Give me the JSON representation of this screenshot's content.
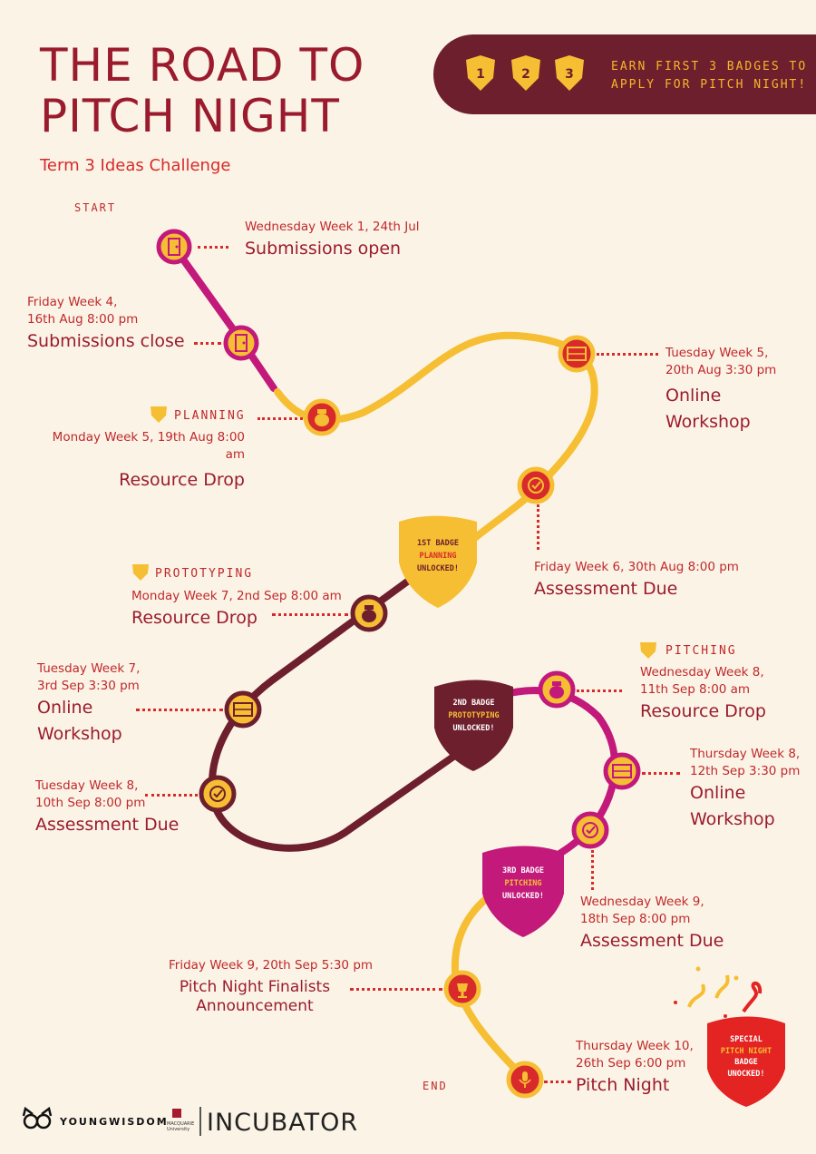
{
  "title_line1": "THE ROAD TO",
  "title_line2": "PITCH NIGHT",
  "subtitle": "Term 3 Ideas Challenge",
  "banner": {
    "badges": [
      "1",
      "2",
      "3"
    ],
    "line1": "EARN FIRST 3 BADGES TO",
    "line2": "APPLY FOR PITCH NIGHT!"
  },
  "start_label": "START",
  "end_label": "END",
  "colors": {
    "background": "#FBF4E6",
    "maroon": "#6E1F2D",
    "red": "#D82A2A",
    "yellow": "#F6BE32",
    "magenta": "#C2197B",
    "text": "#9B1B2E"
  },
  "events": [
    {
      "id": "submissions-open",
      "date": "Wednesday Week 1, 24th Jul",
      "title": "Submissions open",
      "icon": "door-icon"
    },
    {
      "id": "submissions-close",
      "date1": "Friday Week 4,",
      "date2": "16th Aug 8:00 pm",
      "title": "Submissions close",
      "icon": "door-icon"
    },
    {
      "id": "planning-resource",
      "category": "PLANNING",
      "date": "Monday Week 5, 19th Aug 8:00 am",
      "title": "Resource Drop",
      "icon": "money-bag-icon"
    },
    {
      "id": "planning-workshop",
      "date1": "Tuesday Week 5,",
      "date2": "20th Aug 3:30 pm",
      "title1": "Online",
      "title2": "Workshop",
      "icon": "workshop-icon"
    },
    {
      "id": "planning-assessment",
      "date": "Friday Week 6, 30th Aug 8:00 pm",
      "title": "Assessment Due",
      "icon": "check-icon"
    },
    {
      "id": "prototyping-resource",
      "category": "PROTOTYPING",
      "date": "Monday Week 7, 2nd Sep 8:00 am",
      "title": "Resource Drop",
      "icon": "money-bag-icon"
    },
    {
      "id": "prototyping-workshop",
      "date1": "Tuesday Week 7,",
      "date2": "3rd Sep 3:30 pm",
      "title1": "Online",
      "title2": "Workshop",
      "icon": "workshop-icon"
    },
    {
      "id": "prototyping-assessment",
      "date1": "Tuesday Week 8,",
      "date2": "10th Sep 8:00 pm",
      "title": "Assessment Due",
      "icon": "check-icon"
    },
    {
      "id": "pitching-resource",
      "category": "PITCHING",
      "date1": "Wednesday Week 8,",
      "date2": "11th Sep 8:00 am",
      "title": "Resource Drop",
      "icon": "money-bag-icon"
    },
    {
      "id": "pitching-workshop",
      "date1": "Thursday Week 8,",
      "date2": "12th Sep 3:30 pm",
      "title1": "Online",
      "title2": "Workshop",
      "icon": "workshop-icon"
    },
    {
      "id": "pitching-assessment",
      "date1": "Wednesday Week 9,",
      "date2": "18th Sep 8:00 pm",
      "title": "Assessment Due",
      "icon": "check-icon"
    },
    {
      "id": "finalists",
      "date": "Friday Week 9, 20th Sep 5:30 pm",
      "title1": "Pitch Night Finalists",
      "title2": "Announcement",
      "icon": "trophy-icon"
    },
    {
      "id": "pitch-night",
      "date1": "Thursday Week 10,",
      "date2": "26th Sep 6:00 pm",
      "title": "Pitch Night",
      "icon": "microphone-icon"
    }
  ],
  "badges": [
    {
      "line1": "1ST BADGE",
      "line2": "PLANNING",
      "line3": "UNLOCKED!"
    },
    {
      "line1": "2ND BADGE",
      "line2": "PROTOTYPING",
      "line3": "UNLOCKED!"
    },
    {
      "line1": "3RD BADGE",
      "line2": "PITCHING",
      "line3": "UNLOCKED!"
    },
    {
      "line1": "SPECIAL",
      "line2": "PITCH NIGHT",
      "line3": "BADGE",
      "line4": "UNOCKED!"
    }
  ],
  "logos": {
    "youngwisdom": "YOUNGWISDOM",
    "macquarie1": "MACQUARIE",
    "macquarie2": "University",
    "incubator": "INCUBATOR"
  }
}
